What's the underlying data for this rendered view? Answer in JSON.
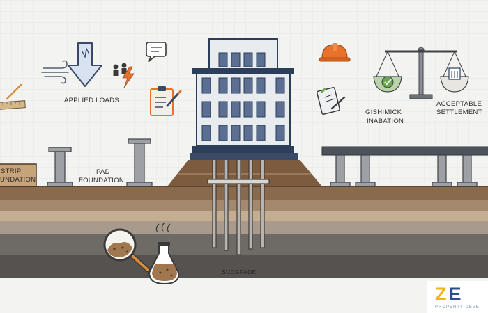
{
  "labels": {
    "applied_loads": "APPLIED LOADS",
    "strip_line1": "STRIP",
    "strip_line2": "UNDATION",
    "pad_line1": "PAD",
    "pad_line2": "FOUNDATION",
    "geotech_line1": "GISHIMICK",
    "geotech_line2": "INABATION",
    "acceptable_line1": "ACCEPTABLE",
    "acceptable_line2": "SETTLEMENT",
    "subgrade": "SUDGPADE"
  },
  "logo": {
    "mark_z": "Z",
    "mark_e": "E",
    "tagline": "PROPERTY DEVE"
  },
  "icons": [
    "ruler-icon",
    "wind-icon",
    "down-arrow-icon",
    "lightning-icon",
    "chat-bubble-icon",
    "clipboard-icon",
    "hard-hat-icon",
    "balance-scale-icon",
    "document-pen-icon",
    "magnifier-icon",
    "flask-icon"
  ],
  "colors": {
    "accent_orange": "#e7722c",
    "structure_blue": "#2c3e5a",
    "window_blue": "#5a6f92",
    "steel_grey": "#8b8f94",
    "soil_top": "#8a6a4d",
    "soil_mid": "#c4ad91",
    "soil_deep": "#6e6a65",
    "check_green": "#6aa84f"
  }
}
